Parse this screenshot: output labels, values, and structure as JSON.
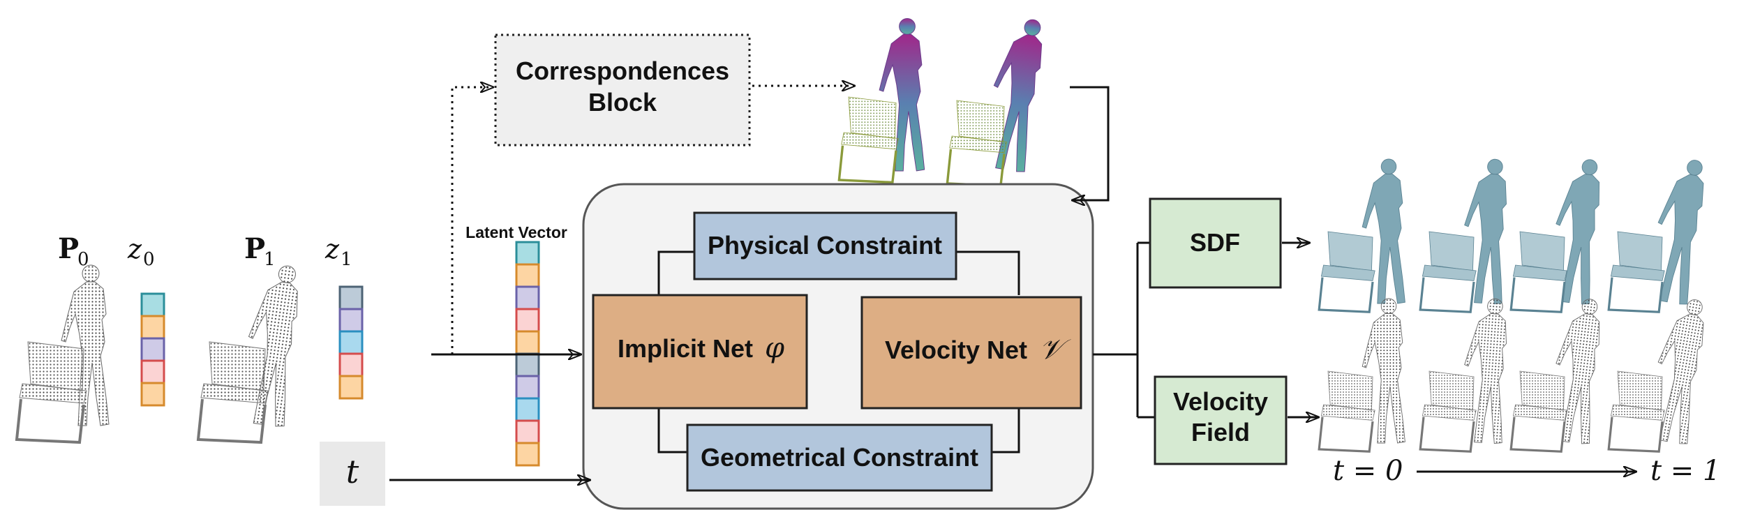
{
  "inputs": {
    "p0": {
      "base": "P",
      "sub": "0"
    },
    "z0": {
      "base": "z",
      "sub": "0"
    },
    "p1": {
      "base": "P",
      "sub": "1"
    },
    "z1": {
      "base": "z",
      "sub": "1"
    },
    "time": "t"
  },
  "latent_label": "Latent Vector",
  "blocks": {
    "correspondences": [
      "Correspondences",
      "Block"
    ],
    "physical": "Physical Constraint",
    "geometrical": "Geometrical Constraint",
    "implicit": {
      "text": "Implicit Net",
      "symbol": "φ"
    },
    "velocity": {
      "text": "Velocity Net",
      "symbol": "𝒱"
    },
    "sdf": "SDF",
    "velocity_field": [
      "Velocity",
      "Field"
    ]
  },
  "timeline": {
    "start": "t = 0",
    "end": "t = 1"
  },
  "colors": {
    "cyan": "#a8dde3",
    "cyan_stroke": "#2b8e9a",
    "orange": "#fdd5a3",
    "orange_stroke": "#d68a2c",
    "purple": "#cfcbe7",
    "purple_stroke": "#6a62a8",
    "pink": "#fbd3d3",
    "pink_stroke": "#d44c4c",
    "slate": "#bccbd8",
    "slate_stroke": "#4d6375",
    "sky": "#a9d9ee",
    "sky_stroke": "#2a8fc0",
    "net_fill": "#ddae84",
    "constraint_fill": "#b2c6dc",
    "output_fill": "#d6ead2",
    "panel_fill": "#f3f3f3",
    "mesh_blue": "#7fa7b5",
    "pointcloud": "#555555"
  },
  "vectors": {
    "z0": [
      "cyan",
      "orange",
      "purple",
      "pink",
      "orange"
    ],
    "z1": [
      "slate",
      "purple",
      "sky",
      "pink",
      "orange"
    ],
    "latent": [
      "cyan",
      "orange",
      "purple",
      "pink",
      "orange",
      "slate",
      "purple",
      "sky",
      "pink",
      "orange"
    ]
  }
}
